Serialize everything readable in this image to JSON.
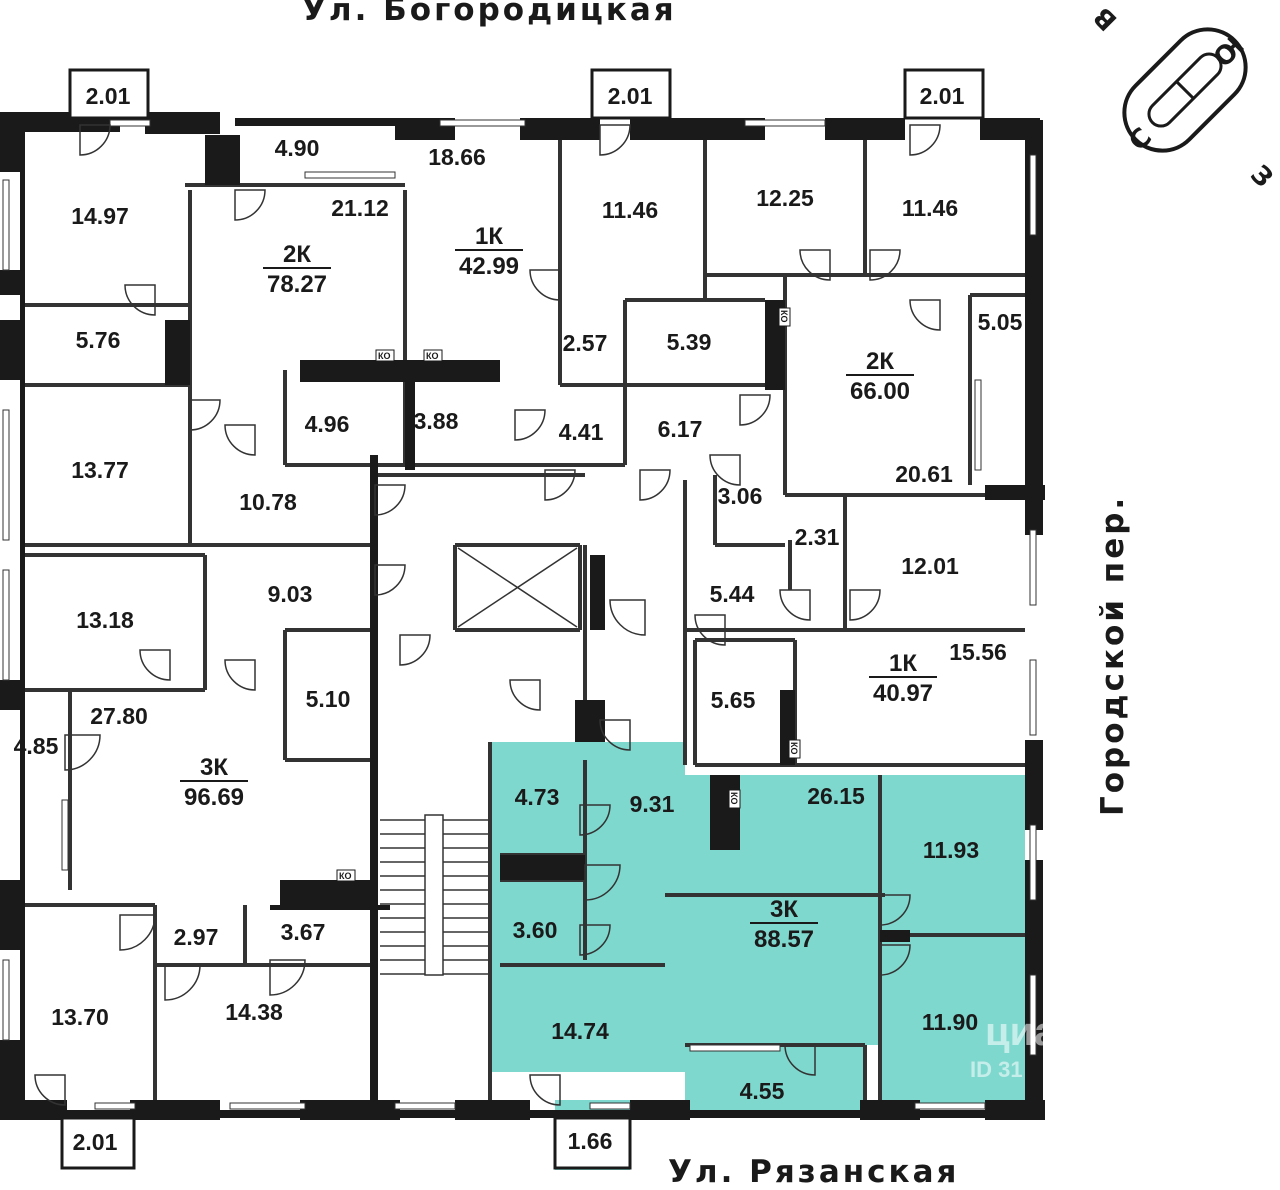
{
  "streets": {
    "top": "Ул. Богородицкая",
    "bottom": "Ул. Рязанская",
    "right": "Городской пер."
  },
  "compass": {
    "n": "С",
    "s": "Ю",
    "e": "В",
    "w": "З"
  },
  "markers": {
    "ko": "КО"
  },
  "colors": {
    "wall": "#1a1a1a",
    "highlight": "#7ed8ce",
    "background": "#ffffff",
    "line": "#333333"
  },
  "watermark": {
    "brand": "циан",
    "id": "ID 31"
  },
  "apartments": [
    {
      "id": "apt-nw-2k",
      "type": "2К",
      "area": "78.27"
    },
    {
      "id": "apt-n-1k",
      "type": "1К",
      "area": "42.99"
    },
    {
      "id": "apt-ne-2k",
      "type": "2К",
      "area": "66.00"
    },
    {
      "id": "apt-e-1k",
      "type": "1К",
      "area": "40.97"
    },
    {
      "id": "apt-w-3k",
      "type": "3К",
      "area": "96.69"
    },
    {
      "id": "apt-se-3k",
      "type": "3К",
      "area": "88.57",
      "highlighted": true
    }
  ],
  "room_areas": [
    "2.01",
    "2.01",
    "2.01",
    "4.90",
    "18.66",
    "14.97",
    "21.12",
    "11.46",
    "12.25",
    "11.46",
    "5.76",
    "2.57",
    "5.39",
    "5.05",
    "4.96",
    "3.88",
    "4.41",
    "6.17",
    "13.77",
    "10.78",
    "20.61",
    "3.06",
    "2.31",
    "12.01",
    "13.18",
    "9.03",
    "5.44",
    "15.56",
    "5.10",
    "5.65",
    "27.80",
    "4.85",
    "4.73",
    "9.31",
    "26.15",
    "11.93",
    "3.60",
    "2.97",
    "3.67",
    "13.70",
    "14.38",
    "14.74",
    "11.90",
    "4.55",
    "2.01",
    "1.66"
  ]
}
